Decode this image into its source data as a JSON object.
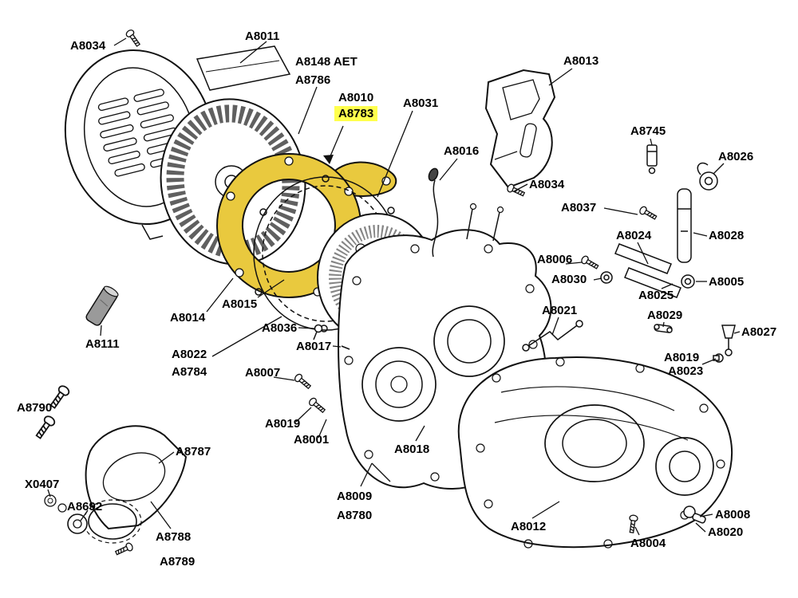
{
  "colors": {
    "label_highlight": "#ffff4d",
    "part_highlight": "#e9c93e",
    "line": "#111111"
  },
  "diagram": {
    "highlighted_part": "A8783"
  },
  "labels": [
    {
      "text": "A8034"
    },
    {
      "text": "A8011"
    },
    {
      "text": "A8148 AET"
    },
    {
      "text": "A8786"
    },
    {
      "text": "A8010"
    },
    {
      "text": "A8783",
      "highlighted": true
    },
    {
      "text": "A8031"
    },
    {
      "text": "A8013"
    },
    {
      "text": "A8016"
    },
    {
      "text": "A8745"
    },
    {
      "text": "A8026"
    },
    {
      "text": "A8034"
    },
    {
      "text": "A8037"
    },
    {
      "text": "A8024"
    },
    {
      "text": "A8028"
    },
    {
      "text": "A8006"
    },
    {
      "text": "A8030"
    },
    {
      "text": "A8025"
    },
    {
      "text": "A8005"
    },
    {
      "text": "A8021"
    },
    {
      "text": "A8029"
    },
    {
      "text": "A8027"
    },
    {
      "text": "A8019"
    },
    {
      "text": "A8023"
    },
    {
      "text": "A8015"
    },
    {
      "text": "A8014"
    },
    {
      "text": "A8036"
    },
    {
      "text": "A8111"
    },
    {
      "text": "A8017"
    },
    {
      "text": "A8022"
    },
    {
      "text": "A8784"
    },
    {
      "text": "A8007"
    },
    {
      "text": "A8019"
    },
    {
      "text": "A8001"
    },
    {
      "text": "A8018"
    },
    {
      "text": "A8790"
    },
    {
      "text": "A8787"
    },
    {
      "text": "X0407"
    },
    {
      "text": "A8692"
    },
    {
      "text": "A8009"
    },
    {
      "text": "A8780"
    },
    {
      "text": "A8788"
    },
    {
      "text": "A8012"
    },
    {
      "text": "A8004"
    },
    {
      "text": "A8008"
    },
    {
      "text": "A8020"
    },
    {
      "text": "A8789"
    }
  ]
}
